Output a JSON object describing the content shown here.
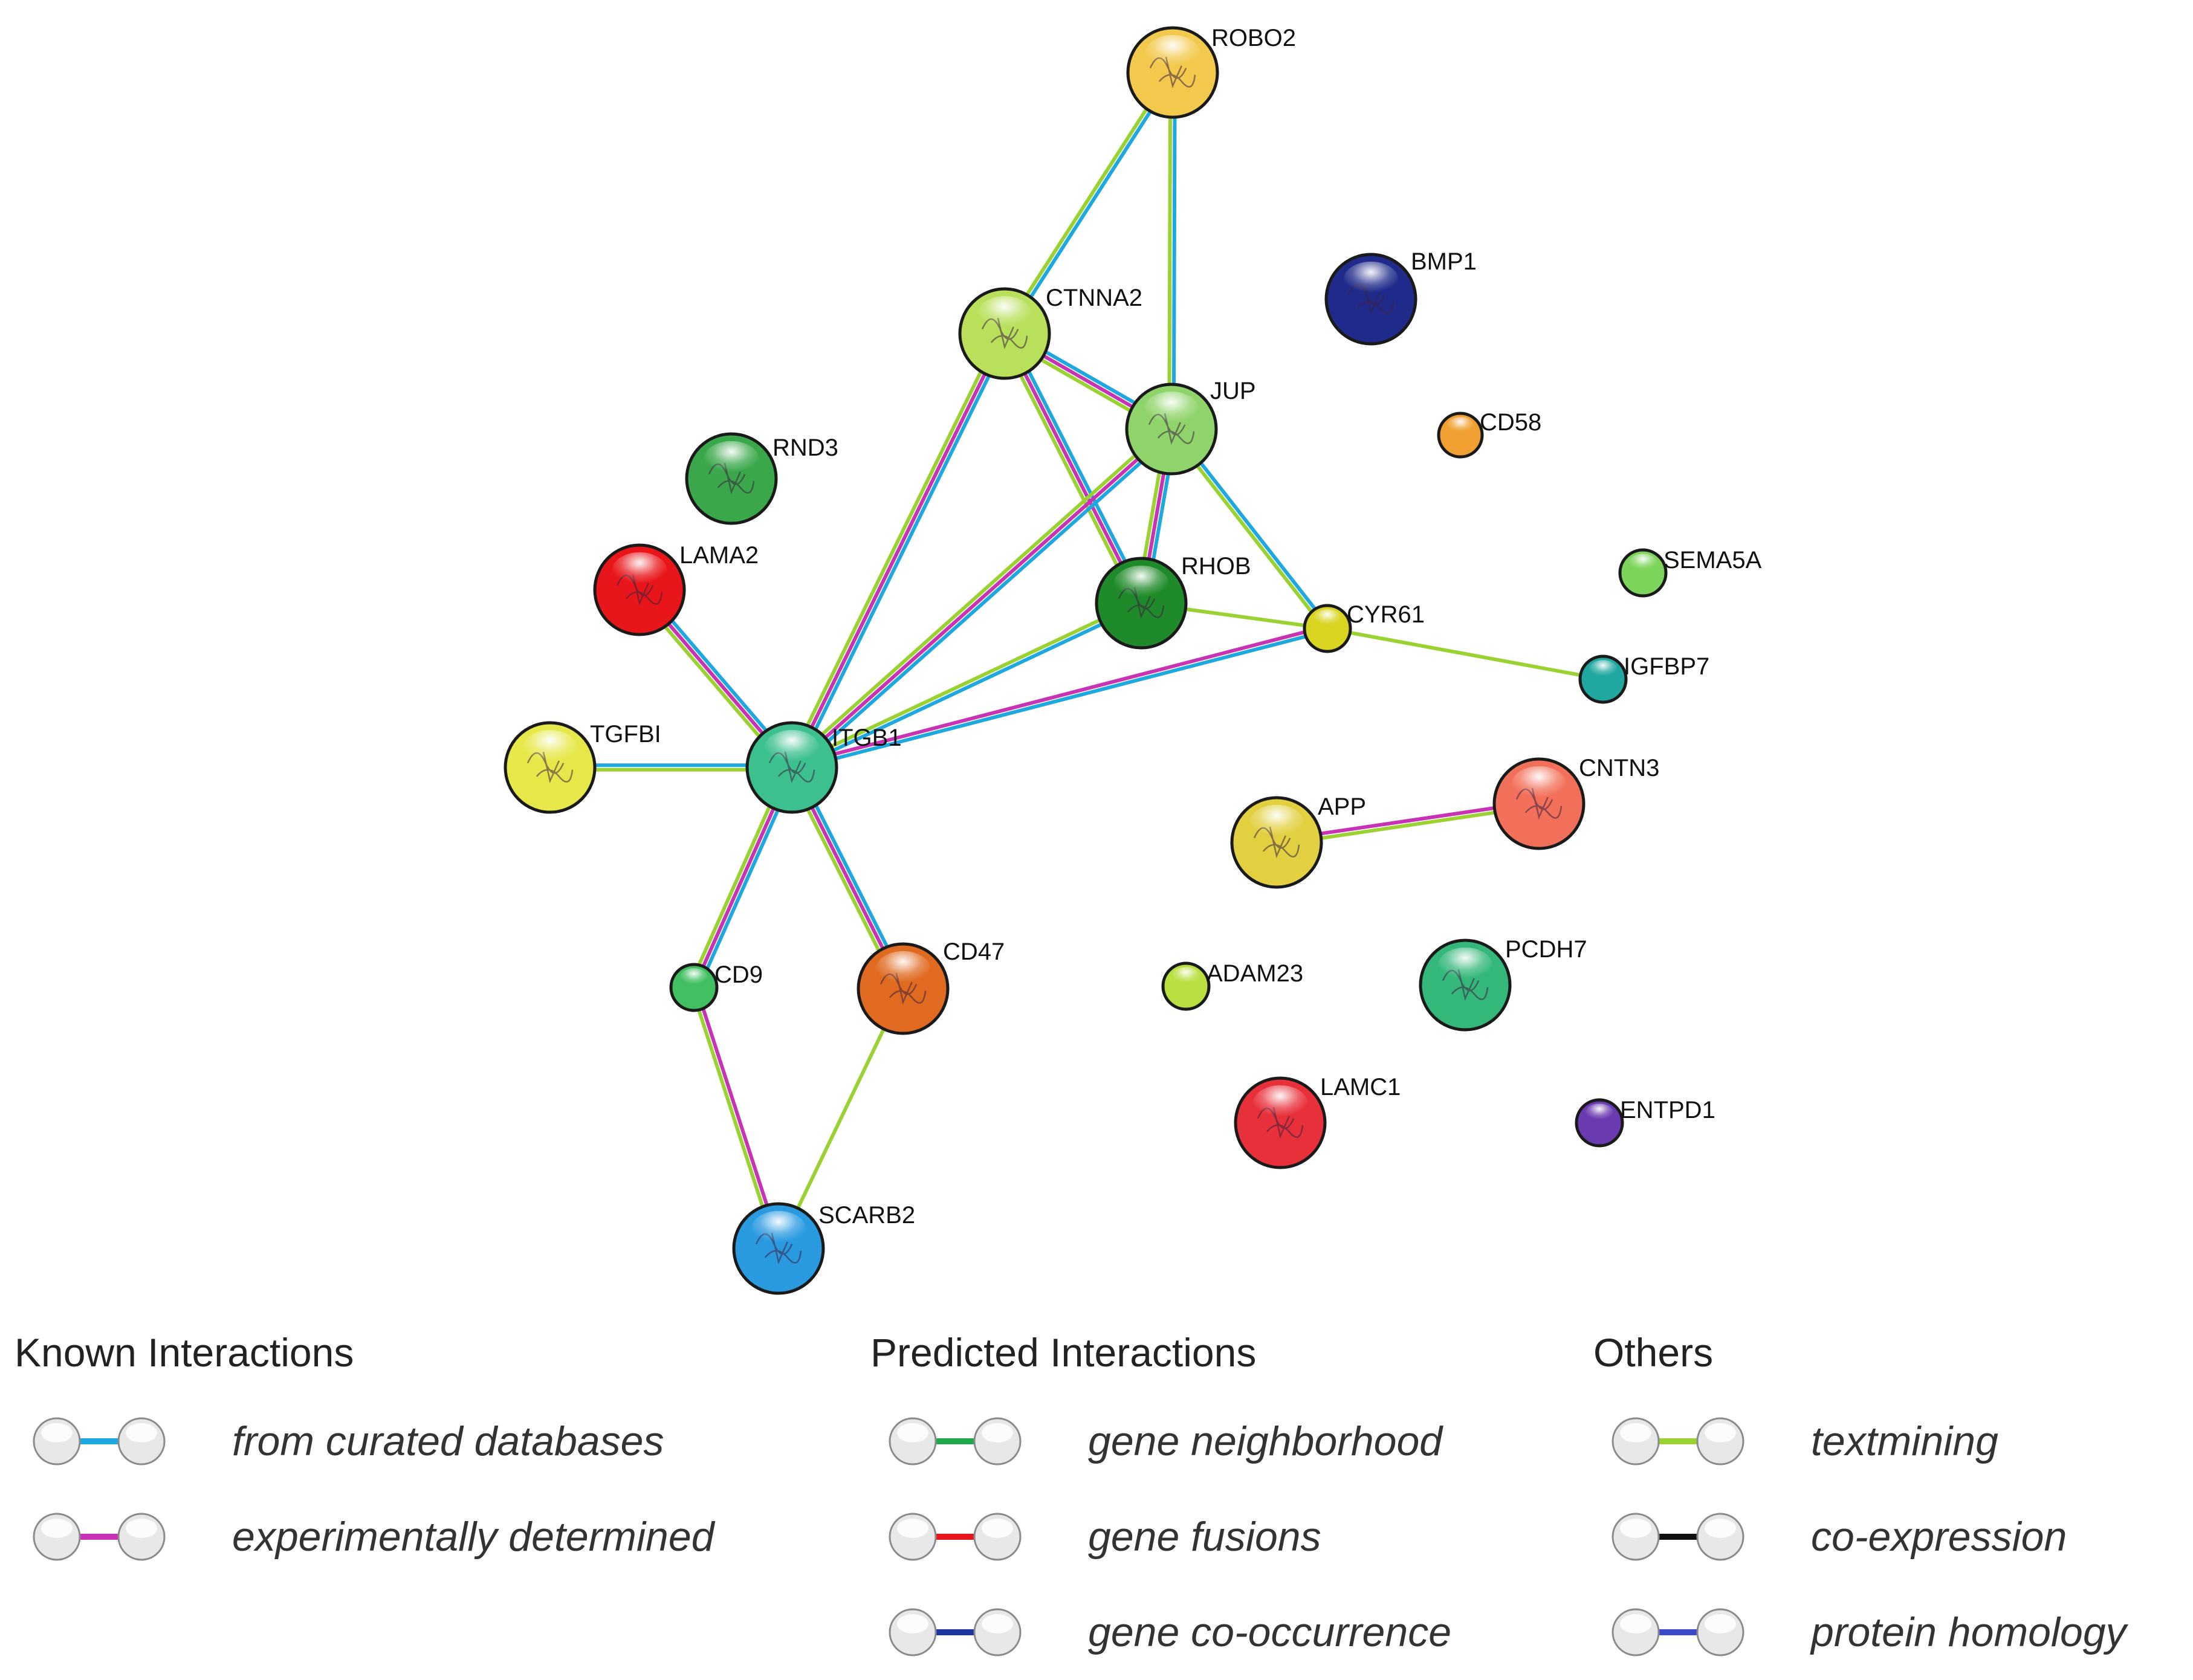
{
  "nodes": [
    {
      "id": "ROBO2",
      "label": "ROBO2",
      "color": "#f2c94c"
    },
    {
      "id": "BMP1",
      "label": "BMP1",
      "color": "#1f2a8a"
    },
    {
      "id": "CTNNA2",
      "label": "CTNNA2",
      "color": "#b8e05a"
    },
    {
      "id": "JUP",
      "label": "JUP",
      "color": "#8fd46a"
    },
    {
      "id": "CD58",
      "label": "CD58",
      "color": "#f0a030"
    },
    {
      "id": "RND3",
      "label": "RND3",
      "color": "#3aa84a"
    },
    {
      "id": "SEMA5A",
      "label": "SEMA5A",
      "color": "#7dd45a"
    },
    {
      "id": "LAMA2",
      "label": "LAMA2",
      "color": "#e8161a"
    },
    {
      "id": "RHOB",
      "label": "RHOB",
      "color": "#1f8a2a"
    },
    {
      "id": "CYR61",
      "label": "CYR61",
      "color": "#d8d420"
    },
    {
      "id": "IGFBP7",
      "label": "IGFBP7",
      "color": "#20a8a0"
    },
    {
      "id": "TGFBI",
      "label": "TGFBI",
      "color": "#e6e84a"
    },
    {
      "id": "ITGB1",
      "label": "ITGB1",
      "color": "#3cc08e"
    },
    {
      "id": "CNTN3",
      "label": "CNTN3",
      "color": "#f2705a"
    },
    {
      "id": "APP",
      "label": "APP",
      "color": "#e2d040"
    },
    {
      "id": "CD47",
      "label": "CD47",
      "color": "#e06a20"
    },
    {
      "id": "PCDH7",
      "label": "PCDH7",
      "color": "#34b87a"
    },
    {
      "id": "CD9",
      "label": "CD9",
      "color": "#40c060"
    },
    {
      "id": "ADAM23",
      "label": "ADAM23",
      "color": "#b8e040"
    },
    {
      "id": "LAMC1",
      "label": "LAMC1",
      "color": "#e8303a"
    },
    {
      "id": "ENTPD1",
      "label": "ENTPD1",
      "color": "#6a3ab0"
    },
    {
      "id": "SCARB2",
      "label": "SCARB2",
      "color": "#2a9ae0"
    }
  ],
  "edges": [
    {
      "source": "ROBO2",
      "target": "CTNNA2",
      "types": [
        "curated",
        "textmining"
      ]
    },
    {
      "source": "ROBO2",
      "target": "JUP",
      "types": [
        "curated",
        "textmining"
      ]
    },
    {
      "source": "CTNNA2",
      "target": "JUP",
      "types": [
        "curated",
        "experimental",
        "textmining"
      ]
    },
    {
      "source": "CTNNA2",
      "target": "RHOB",
      "types": [
        "curated",
        "experimental",
        "textmining"
      ]
    },
    {
      "source": "CTNNA2",
      "target": "ITGB1",
      "types": [
        "curated",
        "experimental",
        "textmining"
      ]
    },
    {
      "source": "JUP",
      "target": "RHOB",
      "types": [
        "curated",
        "experimental",
        "textmining"
      ]
    },
    {
      "source": "JUP",
      "target": "ITGB1",
      "types": [
        "curated",
        "experimental",
        "textmining"
      ]
    },
    {
      "source": "JUP",
      "target": "CYR61",
      "types": [
        "curated",
        "textmining"
      ]
    },
    {
      "source": "RHOB",
      "target": "ITGB1",
      "types": [
        "curated",
        "textmining"
      ]
    },
    {
      "source": "RHOB",
      "target": "CYR61",
      "types": [
        "textmining"
      ]
    },
    {
      "source": "CYR61",
      "target": "ITGB1",
      "types": [
        "curated",
        "experimental"
      ]
    },
    {
      "source": "CYR61",
      "target": "IGFBP7",
      "types": [
        "textmining"
      ]
    },
    {
      "source": "LAMA2",
      "target": "ITGB1",
      "types": [
        "curated",
        "experimental",
        "textmining"
      ]
    },
    {
      "source": "TGFBI",
      "target": "ITGB1",
      "types": [
        "curated",
        "textmining"
      ]
    },
    {
      "source": "ITGB1",
      "target": "CD9",
      "types": [
        "curated",
        "experimental",
        "textmining"
      ]
    },
    {
      "source": "ITGB1",
      "target": "CD47",
      "types": [
        "curated",
        "experimental",
        "textmining"
      ]
    },
    {
      "source": "CD9",
      "target": "SCARB2",
      "types": [
        "experimental",
        "textmining"
      ]
    },
    {
      "source": "CD47",
      "target": "SCARB2",
      "types": [
        "textmining"
      ]
    },
    {
      "source": "APP",
      "target": "CNTN3",
      "types": [
        "experimental",
        "textmining"
      ]
    }
  ],
  "edge_colors": {
    "curated": "#1ea8e0",
    "experimental": "#c832b4",
    "textmining": "#9ad232",
    "neighborhood": "#1ea84a",
    "fusions": "#e8161a",
    "cooccurrence": "#1e34a0",
    "coexpression": "#111111",
    "homology": "#3a4ac8"
  },
  "legend": {
    "known": {
      "heading": "Known Interactions",
      "items": [
        {
          "label": "from curated databases",
          "color": "#1ea8e0"
        },
        {
          "label": "experimentally determined",
          "color": "#c832b4"
        }
      ]
    },
    "predicted": {
      "heading": "Predicted Interactions",
      "items": [
        {
          "label": "gene neighborhood",
          "color": "#1ea84a"
        },
        {
          "label": "gene fusions",
          "color": "#e8161a"
        },
        {
          "label": "gene co-occurrence",
          "color": "#1e34a0"
        }
      ]
    },
    "others": {
      "heading": "Others",
      "items": [
        {
          "label": "textmining",
          "color": "#9ad232"
        },
        {
          "label": "co-expression",
          "color": "#111111"
        },
        {
          "label": "protein homology",
          "color": "#3a4ac8"
        }
      ]
    }
  }
}
